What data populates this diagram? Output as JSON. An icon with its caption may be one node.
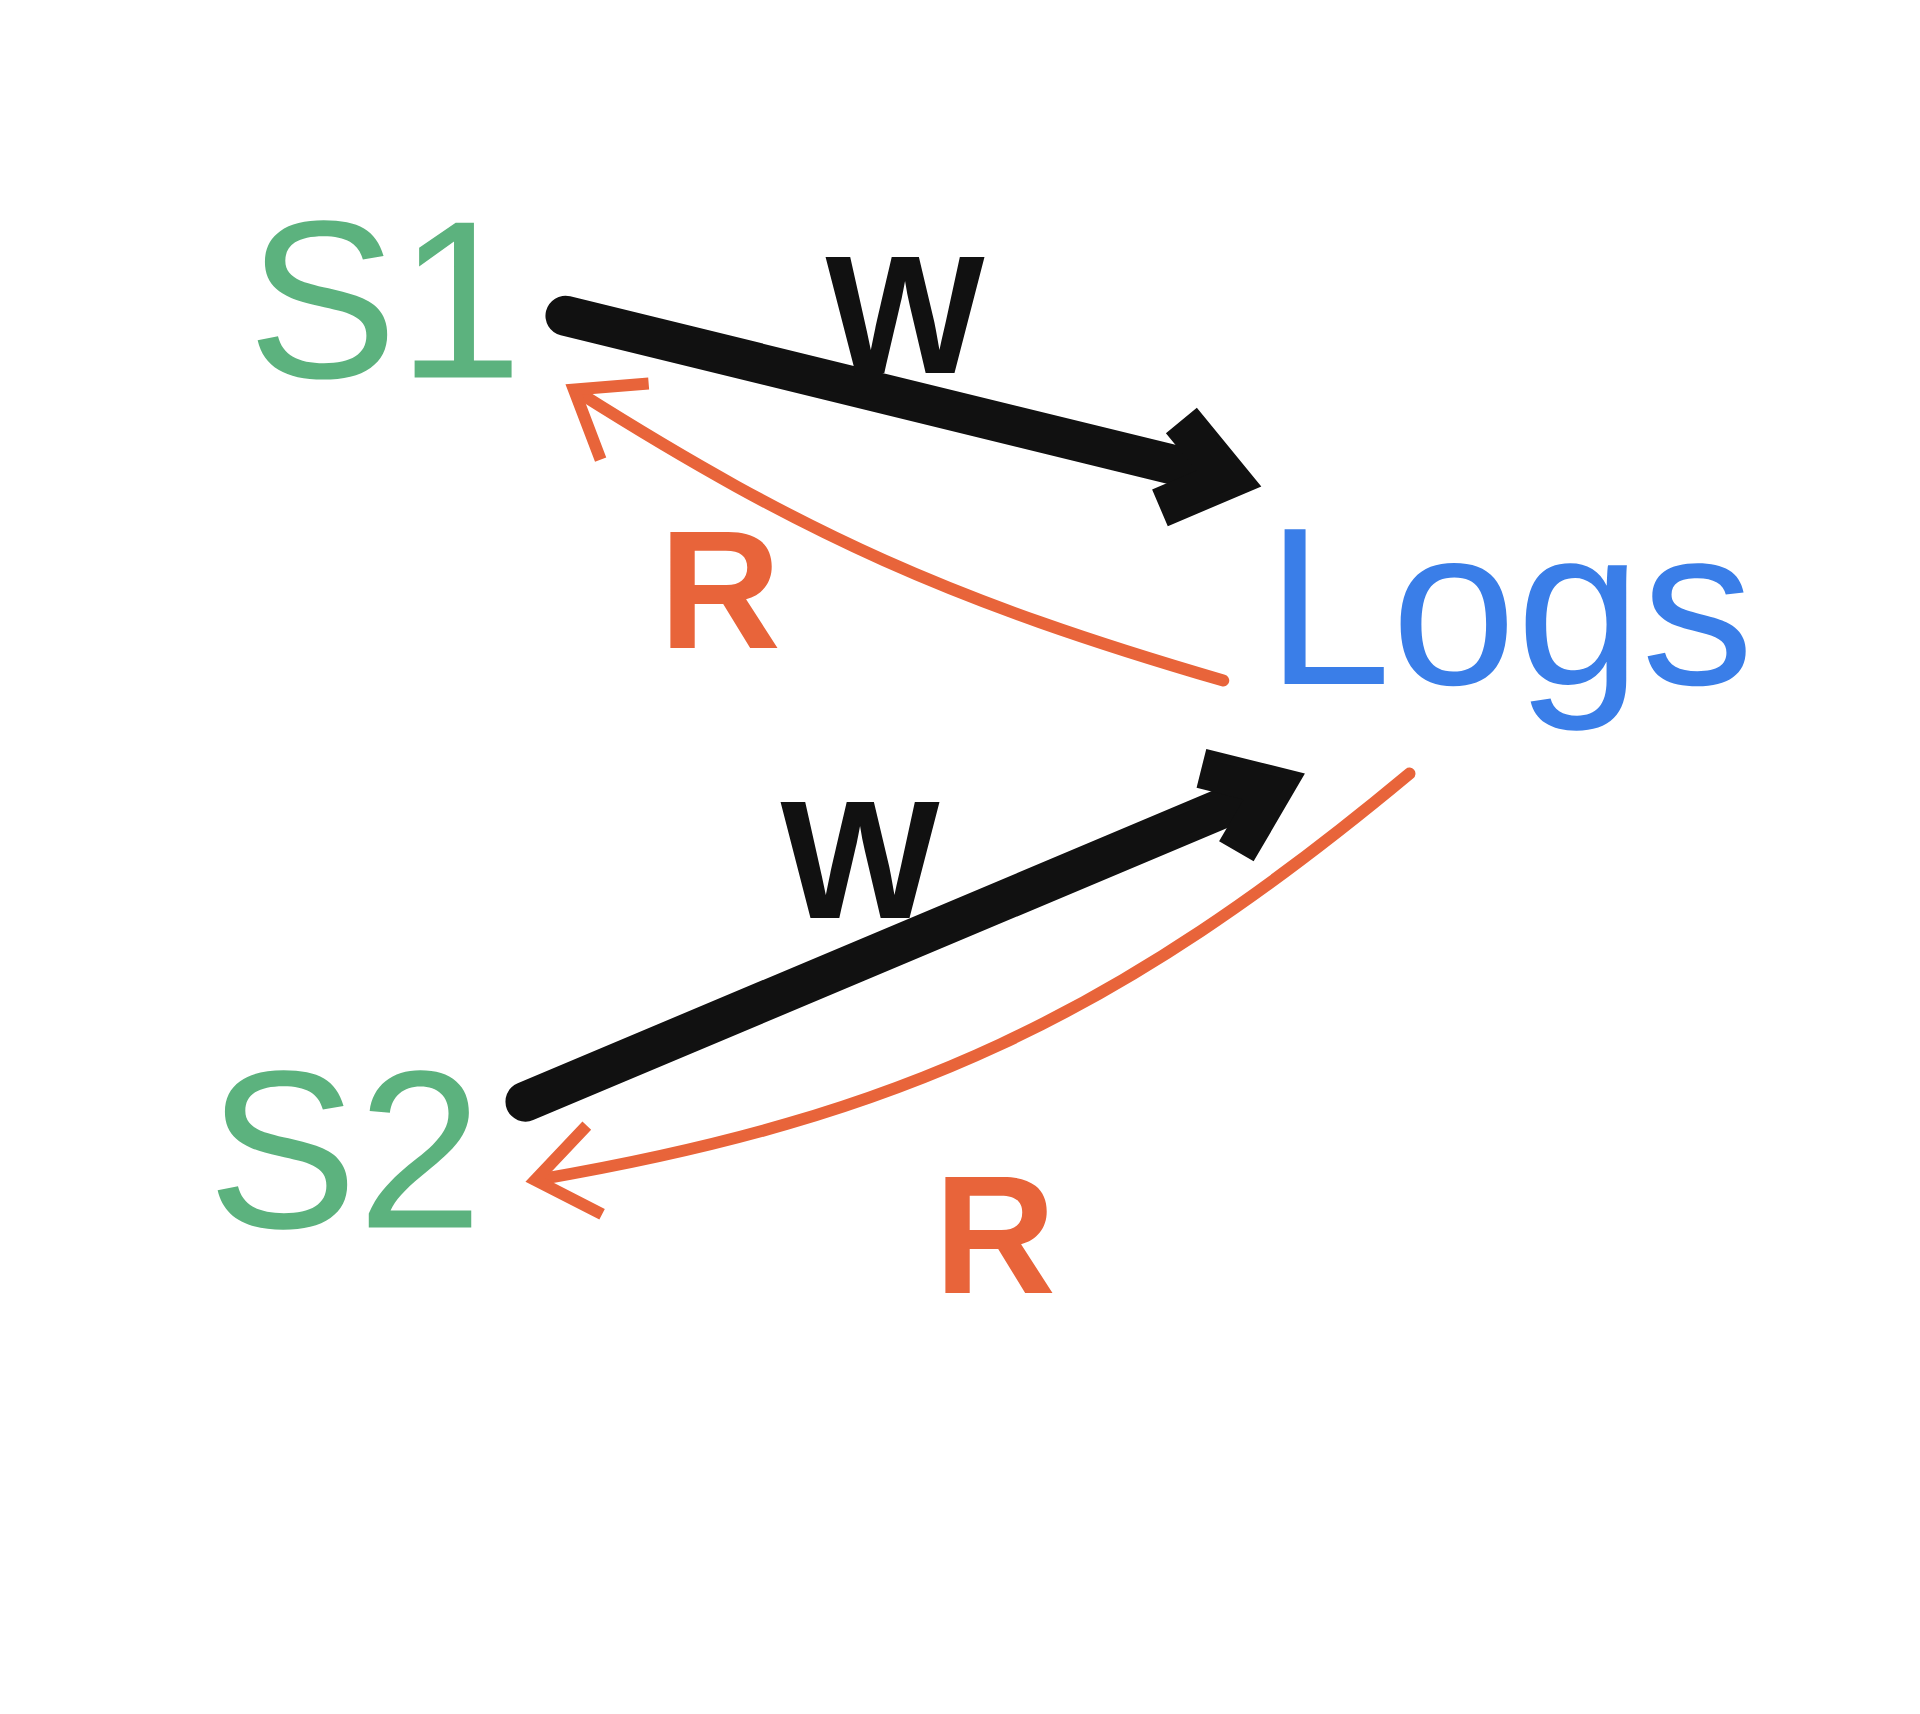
{
  "diagram": {
    "nodes": [
      {
        "text": [
          "S1"
        ]
      },
      {
        "text": [
          "Logs"
        ]
      },
      {
        "text": [
          "S2"
        ]
      }
    ],
    "edges": [
      {
        "from": 0,
        "to": 1,
        "arrow": "to",
        "label": "W",
        "style": "thick"
      },
      {
        "from": 1,
        "to": 0,
        "arrow": "to",
        "label": "R",
        "color": "#e8643a"
      },
      {
        "from": 2,
        "to": 1,
        "arrow": "to",
        "label": "W",
        "style": "thick"
      },
      {
        "from": 1,
        "to": 2,
        "arrow": "to",
        "label": "R",
        "color": "#e8643a"
      }
    ]
  }
}
